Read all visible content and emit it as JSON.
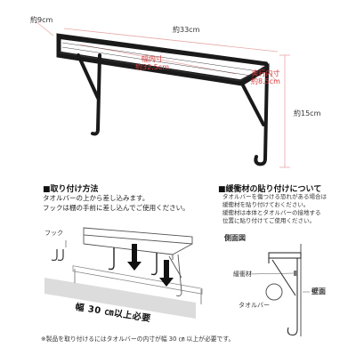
{
  "dimensions": {
    "depth": "約9cm",
    "width": "約33cm",
    "inner_width": "幅内寸 約32.5cm",
    "inner_width_line1": "幅内寸",
    "inner_width_line2": "約32.5cm",
    "inner_depth_line1": "奥行内寸",
    "inner_depth_line2": "約8.5cm",
    "height": "約15cm"
  },
  "install": {
    "title": "■取り付け方法",
    "line1": "タオルバーの上から差し込みます。",
    "line2": "フックは棚の手前に差し込んでご使用ください。",
    "hook_label": "フック",
    "band_label": "幅 30 ㎝以上必要"
  },
  "cushion": {
    "title": "■緩衝材の貼り付けについて",
    "line1": "タオルバーを傷つける恐れがある場合は",
    "line2": "緩衝材を貼り付けておください。",
    "line3": "緩衝材は本体とタオルバーの接地する",
    "line4": "位置に貼り付けてご使用ください。",
    "side_view": "側面図",
    "cushion_label": "緩衝材",
    "wall_label": "壁面",
    "towelbar_label": "タオルバー"
  },
  "footnote": "※製品を取り付けるにはタオルバーの内寸が幅 30 ㎝ 以上が必要です。",
  "colors": {
    "product": "#1a1a1a",
    "dimension_line": "#e0a0a0",
    "dimension_red": "#d23a3a",
    "band": "#dcdcdc",
    "arrow": "#111111"
  }
}
